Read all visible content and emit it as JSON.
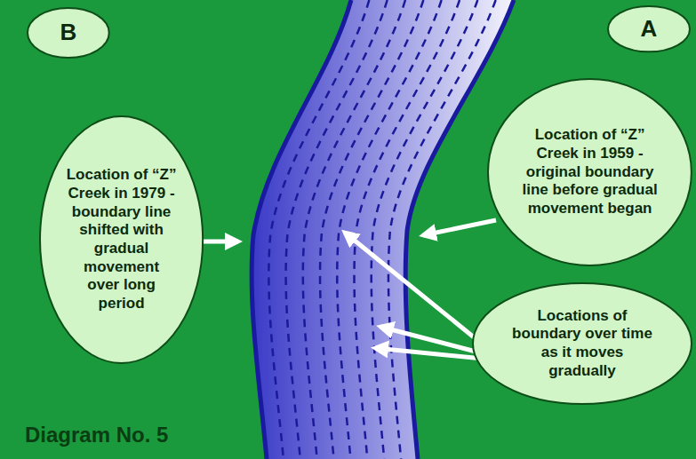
{
  "diagram": {
    "nodes": [
      {
        "text": [
          "B"
        ]
      },
      {
        "text": [
          "A"
        ]
      },
      {
        "text": [
          "Location of “Z” Creek in 1979 - boundary line shifted with gradual movement over long period"
        ]
      },
      {
        "text": [
          "Location of “Z” Creek in 1959 - original boundary line before gradual movement began"
        ]
      },
      {
        "text": [
          "Locations of boundary over time as it moves gradually"
        ]
      }
    ],
    "labels": [
      "Diagram No. 5"
    ]
  }
}
